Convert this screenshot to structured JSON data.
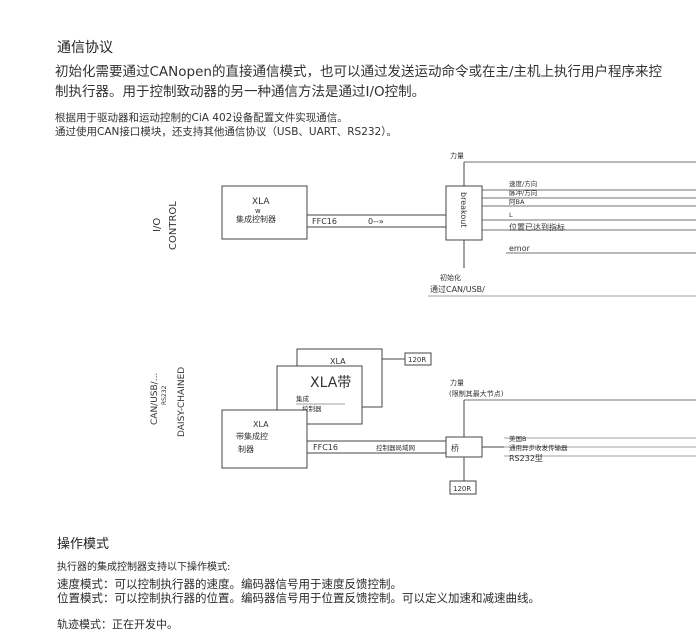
{
  "header": {
    "title": "通信协议",
    "intro": "初始化需要通过CANopen的直接通信模式，也可以通过发送运动命令或在主/主机上执行用户程序来控制执行器。用于控制致动器的另一种通信方法是通过I/O控制。"
  },
  "notes": [
    "根据用于驱动器和运动控制的CiA 402设备配置文件实现通信。",
    "通过使用CAN接口模块，还支持其他通信协议（USB、UART、RS232）。"
  ],
  "diagram_io": {
    "side_label_1": "I/O",
    "side_label_2": "CONTROL",
    "box_title": "XLA",
    "box_sub": "w",
    "box_label": "集成控制器",
    "cable": "FFC16",
    "arrow_text": "0--»",
    "breakout": "breakout",
    "top_label": "力量",
    "signals": [
      "速度/方向",
      "脉冲/方向",
      "阿BA",
      "L",
      "位置已达到指标",
      "emor"
    ],
    "bottom_1": "初始化",
    "bottom_2": "通过CAN/USB/"
  },
  "diagram_daisy": {
    "side_label_1": "CAN/USB/...",
    "side_label_small": "RS232",
    "side_label_2": "DAISY-CHAINED",
    "back_box": "XLA",
    "mid_box": "XLA带",
    "mid_sub_1": "集成",
    "mid_sub_2": "控制器",
    "front_title": "XLA",
    "front_sub_1": "带集成控",
    "front_sub_2": "制器",
    "cable": "FFC16",
    "cable_label": "控制器局域网",
    "bridge": "桥",
    "term_top": "120R",
    "term_bottom": "120R",
    "power_1": "力量",
    "power_2": "(限制其最大节点)",
    "out_1": "美国B",
    "out_2": "通用异步收发传输器",
    "out_3": "RS232型"
  },
  "modes": {
    "title": "操作模式",
    "lead": "执行器的集成控制器支持以下操作模式:",
    "speed": "速度模式：可以控制执行器的速度。编码器信号用于速度反馈控制。",
    "position": "位置模式：可以控制执行器的位置。编码器信号用于位置反馈控制。可以定义加速和减速曲线。",
    "trajectory": "轨迹模式：正在开发中。"
  }
}
